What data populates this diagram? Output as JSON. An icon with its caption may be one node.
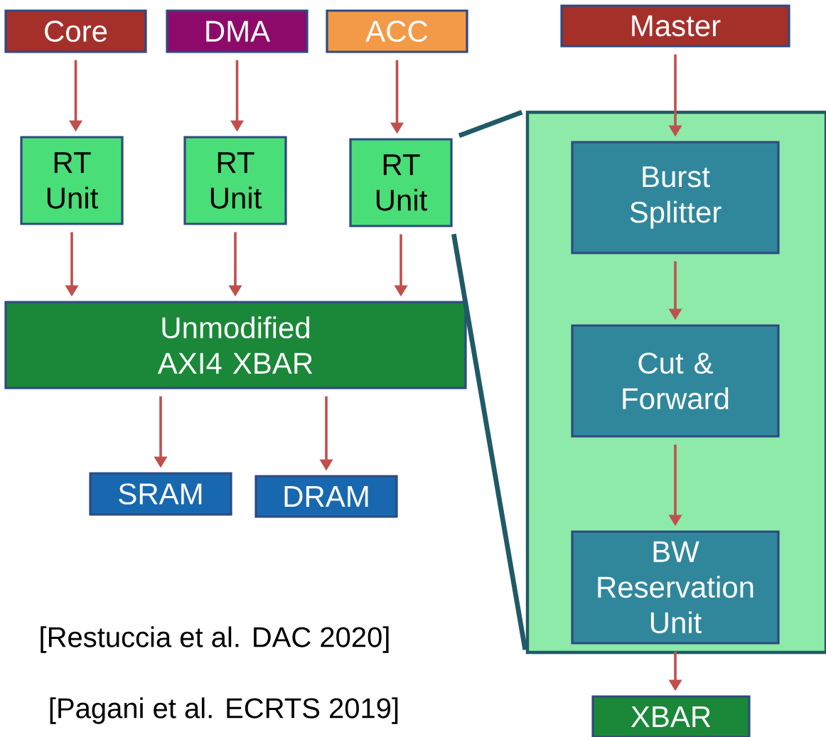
{
  "diagram": {
    "nodes": [
      {
        "text": [
          "Core"
        ]
      },
      {
        "text": [
          "DMA"
        ]
      },
      {
        "text": [
          "ACC"
        ]
      },
      {
        "text": [
          "Master"
        ]
      },
      {
        "text": [
          "RT Unit"
        ]
      },
      {
        "text": [
          "RT Unit"
        ]
      },
      {
        "text": [
          "RT Unit"
        ]
      },
      {
        "text": [],
        "shape": "box"
      },
      {
        "text": [
          "Burst Splitter"
        ],
        "in": 7
      },
      {
        "text": [
          "Cut & Forward"
        ],
        "in": 7
      },
      {
        "text": [
          "BW Reservation Unit"
        ],
        "in": 7
      },
      {
        "text": [
          "Unmodified AXI4 XBAR"
        ]
      },
      {
        "text": [
          "SRAM"
        ]
      },
      {
        "text": [
          "DRAM"
        ]
      },
      {
        "text": [
          "XBAR"
        ]
      }
    ],
    "edges": [
      {
        "from": 0,
        "to": 4,
        "arrow": "to"
      },
      {
        "from": 1,
        "to": 5,
        "arrow": "to"
      },
      {
        "from": 2,
        "to": 6,
        "arrow": "to"
      },
      {
        "from": 4,
        "to": 11,
        "arrow": "to"
      },
      {
        "from": 5,
        "to": 11,
        "arrow": "to"
      },
      {
        "from": 6,
        "to": 11,
        "arrow": "to"
      },
      {
        "from": 11,
        "to": 12,
        "arrow": "to"
      },
      {
        "from": 11,
        "to": 13,
        "arrow": "to"
      },
      {
        "from": 6,
        "to": 7,
        "arrow": "none",
        "style": "thick",
        "color": "#1f5a66"
      },
      {
        "from": 6,
        "to": 7,
        "arrow": "none",
        "style": "thick",
        "color": "#1f5a66"
      },
      {
        "from": 3,
        "to": 8,
        "arrow": "to"
      },
      {
        "from": 8,
        "to": 9,
        "arrow": "to"
      },
      {
        "from": 9,
        "to": 10,
        "arrow": "to"
      },
      {
        "from": 10,
        "to": 14,
        "arrow": "to"
      }
    ],
    "labels": [
      "[Restuccia et al. DAC 2020]",
      "[Pagani et al. ECRTS 2019]"
    ]
  }
}
